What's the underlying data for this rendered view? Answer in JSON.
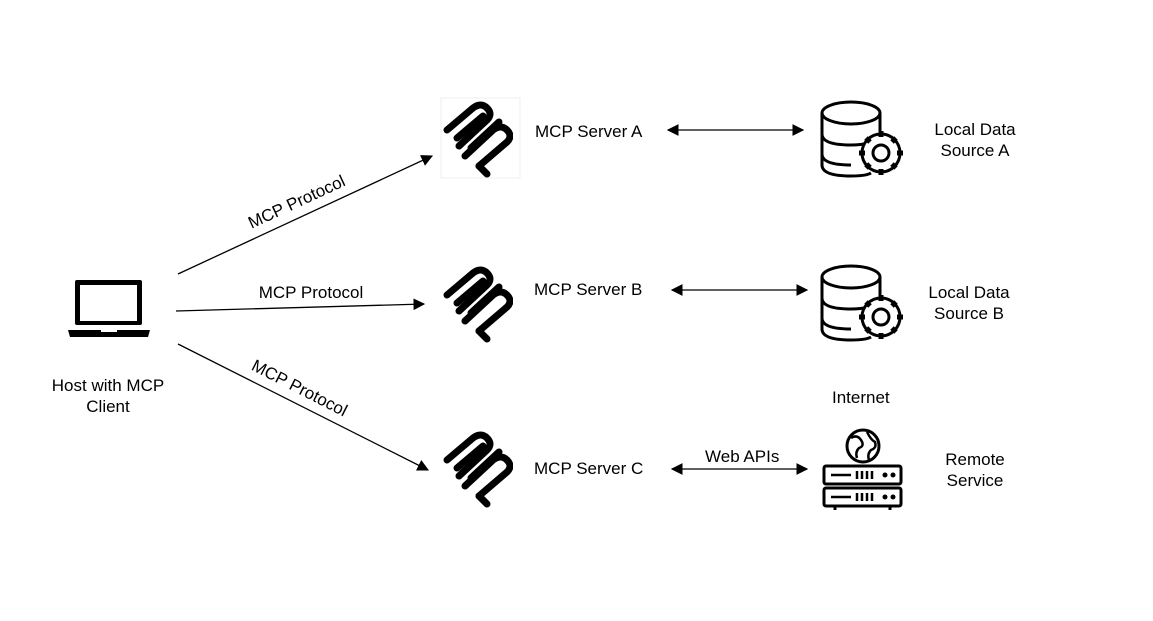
{
  "host": {
    "label_line1": "Host with MCP",
    "label_line2": "Client",
    "icon": "laptop-icon"
  },
  "protocol_edges": [
    {
      "label": "MCP Protocol"
    },
    {
      "label": "MCP Protocol"
    },
    {
      "label": "MCP Protocol"
    }
  ],
  "servers": [
    {
      "label": "MCP Server A",
      "icon": "mcp-logo-icon"
    },
    {
      "label": "MCP Server B",
      "icon": "mcp-logo-icon"
    },
    {
      "label": "MCP Server C",
      "icon": "mcp-logo-icon"
    }
  ],
  "sources": [
    {
      "label_line1": "Local Data",
      "label_line2": "Source A",
      "icon": "database-gear-icon"
    },
    {
      "label_line1": "Local Data",
      "label_line2": "Source B",
      "icon": "database-gear-icon"
    },
    {
      "label_line1": "Remote",
      "label_line2": "Service",
      "icon": "server-globe-icon"
    }
  ],
  "internet_label": "Internet",
  "web_apis_label": "Web APIs",
  "colors": {
    "stroke": "#000000",
    "background": "#ffffff"
  }
}
